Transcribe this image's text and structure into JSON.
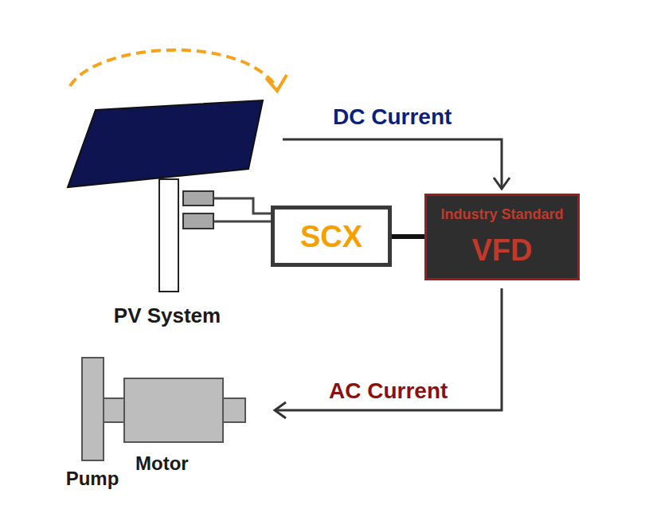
{
  "diagram": {
    "nodes": [
      {
        "text": [
          "PV System"
        ]
      },
      {
        "text": [
          "SCX"
        ]
      },
      {
        "text": [
          "Industry Standard",
          "VFD"
        ]
      },
      {
        "text": [
          "Motor"
        ]
      },
      {
        "text": [
          "Pump"
        ]
      }
    ],
    "edges": [
      {
        "from": 0,
        "to": 2,
        "arrow": "to",
        "label": "DC Current"
      },
      {
        "from": 2,
        "to": 3,
        "arrow": "to",
        "label": "AC Current"
      },
      {
        "from": 0,
        "to": 1,
        "arrow": "none"
      },
      {
        "from": 0,
        "to": 1,
        "arrow": "none"
      },
      {
        "from": 1,
        "to": 2,
        "arrow": "none"
      }
    ]
  }
}
